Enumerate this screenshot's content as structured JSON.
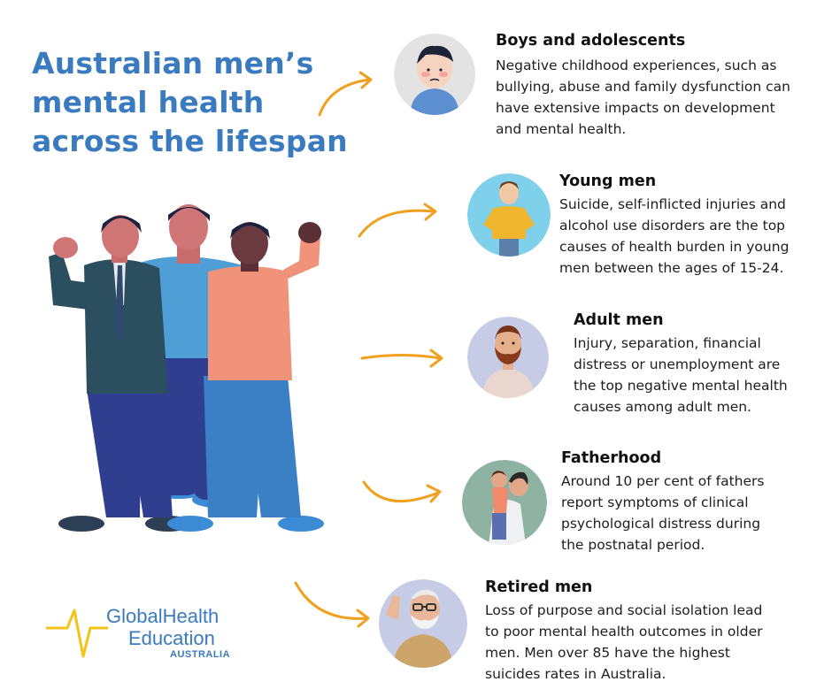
{
  "title_lines": [
    "Australian men’s",
    "mental health",
    "across the lifespan"
  ],
  "sections": [
    {
      "heading": "Boys and adolescents",
      "lines": [
        "Negative childhood experiences, such as",
        "bullying, abuse and family dysfunction can",
        "have extensive impacts on development",
        "and mental health."
      ]
    },
    {
      "heading": "Young men",
      "lines": [
        "Suicide, self-inflicted injuries and",
        "alcohol use disorders are the top",
        "causes of health burden in young",
        "men between the ages of 15-24."
      ]
    },
    {
      "heading": "Adult men",
      "lines": [
        "Injury, separation, financial",
        "distress or unemployment are",
        "the top negative mental health",
        "causes among adult men."
      ]
    },
    {
      "heading": "Fatherhood",
      "lines": [
        "Around 10 per cent of fathers",
        "report symptoms of clinical",
        "psychological distress during",
        "the postnatal period."
      ]
    },
    {
      "heading": "Retired men",
      "lines": [
        "Loss of purpose and social isolation lead",
        "to poor mental health outcomes in older",
        "men. Men over 85 have the highest",
        "suicides rates in Australia."
      ]
    }
  ],
  "logo": {
    "line1": "GlobalHealth",
    "line2": "Education",
    "line3": "AUSTRALIA"
  },
  "colors": {
    "title": "#3a7abf",
    "arrow": "#f0a01e",
    "logo_pulse": "#f3c318",
    "logo_text": "#3a7abf"
  },
  "icons": [
    "boy-avatar-icon",
    "young-man-avatar-icon",
    "adult-man-avatar-icon",
    "father-child-avatar-icon",
    "retired-man-avatar-icon",
    "curved-arrow-icon",
    "heartbeat-pulse-icon"
  ]
}
